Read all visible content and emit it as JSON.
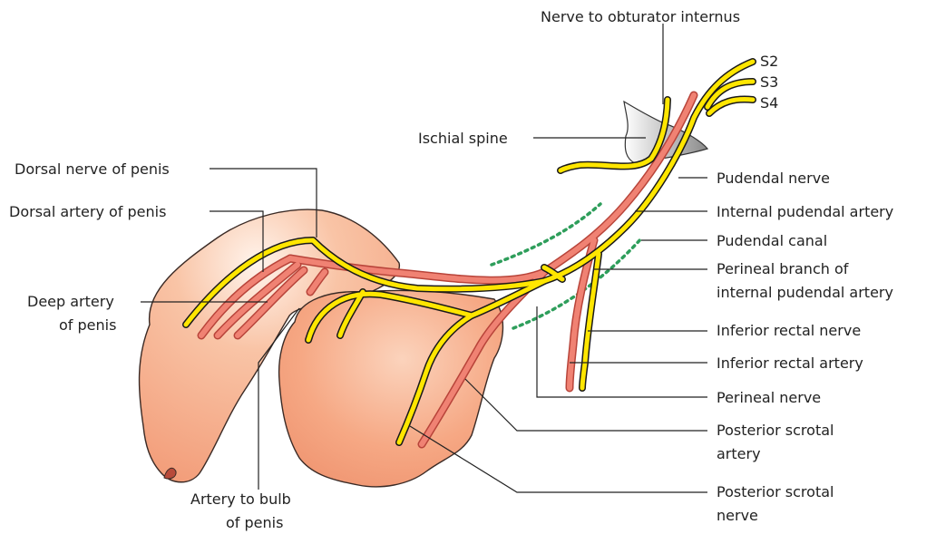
{
  "colors": {
    "nerve": "#ffe600",
    "nerve_outline": "#1a1a1a",
    "artery": "#f08273",
    "artery_outline": "#b8443a",
    "tissue": "#f6a884",
    "tissue_outline": "#3a2a25",
    "canal": "#2e9e5b",
    "label": "#222222"
  },
  "labels": {
    "nerve_obturator_internus": "Nerve to obturator internus",
    "s2": "S2",
    "s3": "S3",
    "s4": "S4",
    "ischial_spine": "Ischial spine",
    "dorsal_nerve_of_penis": "Dorsal nerve of penis",
    "dorsal_artery_of_penis": "Dorsal artery of penis",
    "deep_artery_line1": "Deep artery",
    "deep_artery_line2": "of penis",
    "pudendal_nerve": "Pudendal nerve",
    "internal_pudendal_artery": "Internal pudendal artery",
    "pudendal_canal": "Pudendal canal",
    "perineal_branch_line1": "Perineal branch of",
    "perineal_branch_line2": "internal pudendal artery",
    "inferior_rectal_nerve": "Inferior rectal nerve",
    "inferior_rectal_artery": "Inferior rectal artery",
    "perineal_nerve": "Perineal nerve",
    "posterior_scrotal_artery_line1": "Posterior scrotal",
    "posterior_scrotal_artery_line2": "artery",
    "posterior_scrotal_nerve_line1": "Posterior scrotal",
    "posterior_scrotal_nerve_line2": "nerve",
    "artery_to_bulb_line1": "Artery to bulb",
    "artery_to_bulb_line2": "of penis"
  }
}
